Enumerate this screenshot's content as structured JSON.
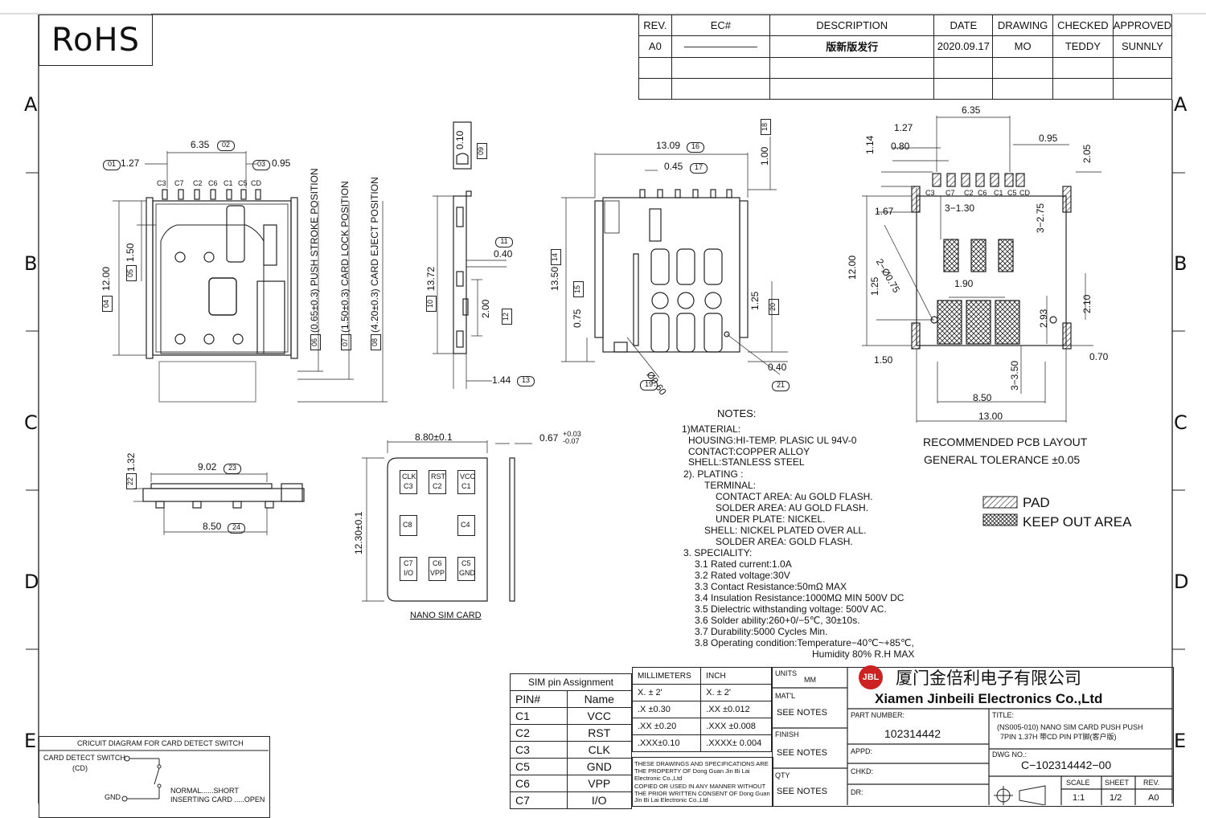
{
  "logo": {
    "rohs": "RoHS"
  },
  "zones": {
    "rows": [
      "A",
      "B",
      "C",
      "D",
      "E"
    ]
  },
  "revision_table": {
    "headers": [
      "REV.",
      "EC#",
      "DESCRIPTION",
      "DATE",
      "DRAWING",
      "CHECKED",
      "APPROVED"
    ],
    "rows": [
      {
        "rev": "A0",
        "ec": "———————",
        "description": "版新版发行",
        "date": "2020.09.17",
        "drawing": "MO",
        "checked": "TEDDY",
        "approved": "SUNNLY"
      }
    ]
  },
  "top_view": {
    "dim_127": "1.27",
    "tag_01": "01",
    "dim_635": "6.35",
    "tag_02": "02",
    "dim_095": "0.95",
    "tag_03": "03",
    "pins": [
      "C3",
      "C7",
      "C2",
      "C6",
      "C1",
      "C5",
      "CD"
    ],
    "dim_150": "1.50",
    "tag_05": "05",
    "dim_1200": "12.00",
    "tag_04": "04",
    "pos_push": "(0.65±0.3) PUSH STROKE POSITION",
    "tag_06": "06",
    "pos_lock": "(1.50±0.3) CARD LOCK POSITION",
    "tag_07": "07",
    "pos_eject": "(4.20±0.3) CARD EJECT POSITION",
    "tag_08": "08"
  },
  "side_view": {
    "dim_010": "0.10",
    "tag_09": "09",
    "dim_1372": "13.72",
    "tag_10": "10",
    "dim_040": "0.40",
    "tag_11": "11",
    "dim_200": "2.00",
    "tag_12": "12",
    "dim_144": "1.44",
    "tag_13": "13"
  },
  "bottom_view": {
    "dim_1309": "13.09",
    "tag_16": "16",
    "dim_045": "0.45",
    "tag_17": "17",
    "dim_100": "1.00",
    "tag_18": "18",
    "dim_1350": "13.50",
    "tag_14": "14",
    "dim_075": "0.75",
    "tag_15": "15",
    "dim_125": "1.25",
    "tag_20": "20",
    "dim_040": "0.40",
    "tag_21": "21",
    "dim_060": "Ø0.60",
    "tag_19": "19"
  },
  "pcb_layout": {
    "dims": {
      "d635": "6.35",
      "d127": "1.27",
      "d114": "1.14",
      "d080": "0.80",
      "d095": "0.95",
      "d205": "2.05",
      "d167": "1.67",
      "d3_130": "3−1.30",
      "d3_275": "3−2.75",
      "d1200": "12.00",
      "d2_075": "2−Ø0.75",
      "d125": "1.25",
      "d190": "1.90",
      "d210": "2.10",
      "d293": "2.93",
      "d150": "1.50",
      "d070": "0.70",
      "d3_350": "3−3.50",
      "d850": "8.50",
      "d1300": "13.00"
    },
    "pins": [
      "C3",
      "C7",
      "C2",
      "C6",
      "C1",
      "C5",
      "CD"
    ],
    "caption1": "RECOMMENDED PCB LAYOUT",
    "caption2": "GENERAL TOLERANCE ±0.05",
    "legend_pad": "PAD",
    "legend_keep": "KEEP OUT AREA"
  },
  "connector_front": {
    "dim_132": "1.32",
    "tag_22": "22",
    "dim_902": "9.02",
    "tag_23": "23",
    "dim_850": "8.50",
    "tag_24": "24"
  },
  "nano_card": {
    "width": "8.80±0.1",
    "height": "12.30±0.1",
    "thickness": "0.67",
    "tol_plus": "+0.03",
    "tol_minus": "-0.07",
    "contacts": [
      [
        "CLK",
        "C3"
      ],
      [
        "RST",
        "C2"
      ],
      [
        "VCC",
        "C1"
      ],
      [
        "C8",
        ""
      ],
      [
        "C4",
        ""
      ],
      [
        "C7",
        "I/O"
      ],
      [
        "C6",
        "VPP"
      ],
      [
        "C5",
        "GND"
      ]
    ],
    "caption": "NANO SIM CARD"
  },
  "notes": {
    "title": "NOTES:",
    "lines": [
      "1)MATERIAL:",
      "HOUSING:HI-TEMP. PLASIC UL 94V-0",
      "CONTACT:COPPER ALLOY",
      "SHELL:STANLESS STEEL",
      "2). PLATING :",
      "TERMINAL:",
      "CONTACT AREA: Au GOLD FLASH.",
      "SOLDER AREA: AU GOLD FLASH.",
      "UNDER PLATE: NICKEL.",
      "SHELL: NICKEL PLATED OVER ALL.",
      "SOLDER AREA: GOLD FLASH.",
      "3. SPECIALITY:",
      "3.1  Rated current:1.0A",
      "3.2  Rated voltage:30V",
      "3.3  Contact Resistance:50mΩ MAX",
      "3.4  Insulation Resistance:1000MΩ MIN 500V DC",
      "3.5  Dielectric withstanding voltage: 500V AC.",
      "3.6  Solder ability:260+0/−5℃, 30±10s.",
      "3.7  Durability:5000 Cycles Min.",
      "3.8  Operating condition:Temperature−40℃~+85℃,",
      "Humidity 80% R.H MAX"
    ]
  },
  "circuit": {
    "title": "CRICUIT DIAGRAM FOR CARD DETECT SWITCH",
    "switch_label": "CARD DETECT SWITCH",
    "cd": "(CD)",
    "gnd": "GND",
    "normal": "NORMAL......SHORT",
    "inserting": "INSERTING CARD .....OPEN"
  },
  "pin_table": {
    "title": "SIM pin Assignment",
    "headers": [
      "PIN#",
      "Name"
    ],
    "rows": [
      [
        "C1",
        "VCC"
      ],
      [
        "C2",
        "RST"
      ],
      [
        "C3",
        "CLK"
      ],
      [
        "C5",
        "GND"
      ],
      [
        "C6",
        "VPP"
      ],
      [
        "C7",
        "I/O"
      ]
    ]
  },
  "tolerance": {
    "mm": "MILLIMETERS",
    "inch": "INCH",
    "hdr_mm": "X.  ± 2'",
    "hdr_in": "X.  ± 2'",
    "rows": [
      [
        ".X   ±0.30",
        ".XX  ±0.012"
      ],
      [
        ".XX ±0.20",
        ".XXX ±0.008"
      ],
      [
        ".XXX±0.10",
        ".XXXX± 0.004"
      ]
    ],
    "copyright": [
      "THESE DRAWINGS AND SPECIFICATIONS ARE",
      "THE PROPERTY OF Dong Guan Jin Bi Lai",
      "Electronic Co.,Ltd",
      "COPIED OR USED IN ANY MANNER WITHOUT",
      "THE PRIOR WRITTEN CONSENT OF Dong Guan",
      "Jin Bi Lai Electronic Co.,Ltd"
    ]
  },
  "title_block": {
    "units_lbl": "UNITS",
    "units_val": "MM",
    "matl_lbl": "MAT'L",
    "matl_val": "SEE NOTES",
    "finish_lbl": "FINISH",
    "finish_val": "SEE NOTES",
    "qty_lbl": "QTY",
    "qty_val": "SEE NOTES",
    "company_cn": "厦门金倍利电子有限公司",
    "company_en": "Xiamen Jinbeili Electronics Co.,Ltd",
    "logo_mark": "JBL",
    "part_lbl": "PART NUMBER:",
    "part_val": "102314442",
    "title_lbl": "TITLE:",
    "title_line1": "(NS005-010) NANO SIM CARD PUSH PUSH",
    "title_line2": "7PIN 1.37H 带CD PIN PT脚(客户版)",
    "appd": "APPD:",
    "chkd": "CHKD:",
    "dr": "DR:",
    "dwg_lbl": "DWG NO.:",
    "dwg_val": "C−102314442−00",
    "scale_lbl": "SCALE",
    "scale_val": "1:1",
    "sheet_lbl": "SHEET",
    "sheet_val": "1/2",
    "rev_lbl": "REV.",
    "rev_val": "A0"
  },
  "colors": {
    "ink": "#111111",
    "line": "#222222",
    "logo_red": "#cc2222"
  }
}
